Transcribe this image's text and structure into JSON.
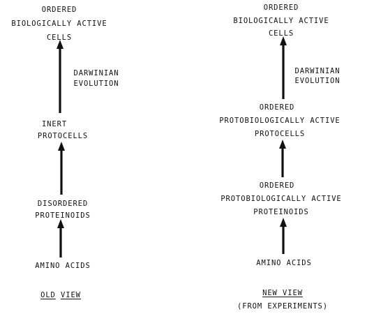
{
  "old_view": {
    "nodes": {
      "cells": [
        "ORDERED",
        "BIOLOGICALLY ACTIVE",
        "CELLS"
      ],
      "protocells": [
        "INERT",
        "PROTOCELLS"
      ],
      "proteinoids": [
        "DISORDERED",
        "PROTEINOIDS"
      ],
      "amino_acids": "AMINO ACIDS"
    },
    "arrow_label": [
      "DARWINIAN",
      "EVOLUTION"
    ],
    "caption": [
      "OLD",
      "VIEW"
    ]
  },
  "new_view": {
    "nodes": {
      "cells": [
        "ORDERED",
        "BIOLOGICALLY ACTIVE",
        "CELLS"
      ],
      "protocells": [
        "ORDERED",
        "PROTOBIOLOGICALLY ACTIVE",
        "PROTOCELLS"
      ],
      "proteinoids": [
        "ORDERED",
        "PROTOBIOLOGICALLY ACTIVE",
        "PROTEINOIDS"
      ],
      "amino_acids": "AMINO ACIDS"
    },
    "arrow_label": [
      "DARWINIAN",
      "EVOLUTION"
    ],
    "caption": "NEW VIEW",
    "sub_caption": "(FROM EXPERIMENTS)"
  },
  "colors": {
    "ink": "#111111",
    "background": "#ffffff"
  }
}
